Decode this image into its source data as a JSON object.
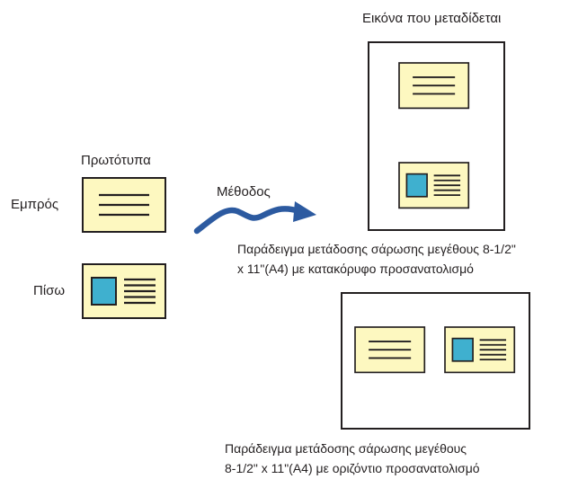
{
  "labels": {
    "transmitted_image": "Εικόνα που μεταδίδεται",
    "originals": "Πρωτότυπα",
    "front": "Εμπρός",
    "back": "Πίσω",
    "method": "Μέθοδος"
  },
  "captions": {
    "portrait": {
      "line1": "Παράδειγμα μετάδοσης σάρωσης μεγέθους 8-1/2\"",
      "line2": "x 11\"(A4) με κατακόρυφο προσανατολισμό"
    },
    "landscape": {
      "line1": "Παράδειγμα μετάδοσης σάρωσης μεγέθους",
      "line2": "8-1/2\" x 11\"(A4) με οριζόντιο προσανατολισμό"
    }
  },
  "colors": {
    "card_fill": "#fdf8c0",
    "photo_fill": "#3fb0cf",
    "stroke": "#231f20",
    "arrow": "#2c5aa0"
  },
  "icons": {
    "text_card": "text-lines-card",
    "photo_card": "photo-and-text-card",
    "arrow": "curved-arrow"
  }
}
